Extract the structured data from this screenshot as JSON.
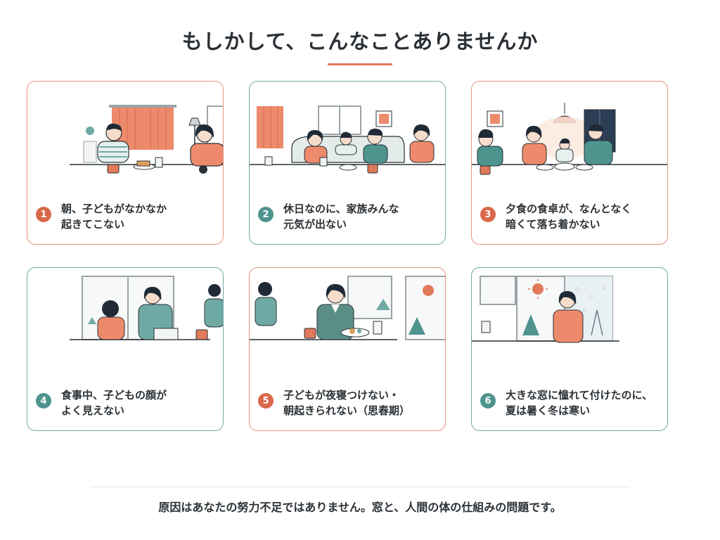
{
  "header": {
    "title": "もしかして、こんなことありませんか"
  },
  "cards": [
    {
      "number": "1",
      "line1": "朝、子どもがなかなか",
      "line2": "起きてこない",
      "accent": "#d9694a"
    },
    {
      "number": "2",
      "line1": "休日なのに、家族みんな",
      "line2": "元気が出ない",
      "accent": "#4e948e"
    },
    {
      "number": "3",
      "line1": "夕食の食卓が、なんとなく",
      "line2": "暗くて落ち着かない",
      "accent": "#d9694a"
    },
    {
      "number": "4",
      "line1": "食事中、子どもの顔が",
      "line2": "よく見えない",
      "accent": "#4e948e"
    },
    {
      "number": "5",
      "line1": "子どもが夜寝つけない・",
      "line2": "朝起きられない（思春期）",
      "accent": "#d9694a"
    },
    {
      "number": "6",
      "line1": "大きな窓に憧れて付けたのに、",
      "line2": "夏は暑く冬は寒い",
      "accent": "#4e948e"
    }
  ],
  "footer": {
    "message": "原因はあなたの努力不足ではありません。窓と、人間の体の仕組みの問題です。"
  },
  "colors": {
    "coral": "#e07a5a",
    "teal": "#4e948e",
    "text": "#2a3035"
  }
}
